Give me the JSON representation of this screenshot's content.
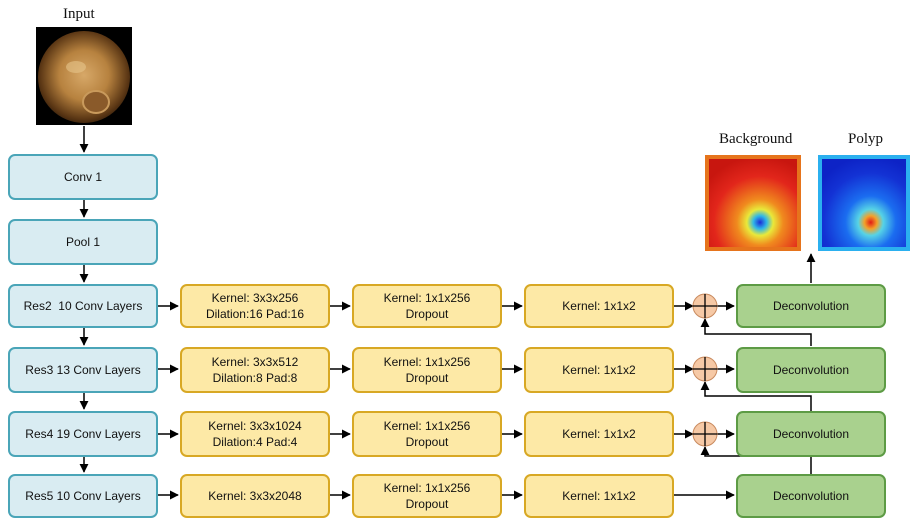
{
  "input": {
    "caption": "Input"
  },
  "outputs": {
    "background_caption": "Background",
    "polyp_caption": "Polyp"
  },
  "backbone": {
    "conv1": "Conv 1",
    "pool1": "Pool 1",
    "res2": "Res2  10 Conv Layers",
    "res3": "Res3 13 Conv Layers",
    "res4": "Res4 19 Conv Layers",
    "res5": "Res5 10 Conv Layers"
  },
  "branches": [
    {
      "dilated_kernel": "Kernel: 3x3x256",
      "dilated_params": "Dilation:16 Pad:16",
      "conv_kernel": "Kernel: 1x1x256",
      "dropout": "Dropout",
      "classifier": "Kernel: 1x1x2",
      "deconv": "Deconvolution"
    },
    {
      "dilated_kernel": "Kernel: 3x3x512",
      "dilated_params": "Dilation:8 Pad:8",
      "conv_kernel": "Kernel: 1x1x256",
      "dropout": "Dropout",
      "classifier": "Kernel: 1x1x2",
      "deconv": "Deconvolution"
    },
    {
      "dilated_kernel": "Kernel: 3x3x1024",
      "dilated_params": "Dilation:4 Pad:4",
      "conv_kernel": "Kernel: 1x1x256",
      "dropout": "Dropout",
      "classifier": "Kernel: 1x1x2",
      "deconv": "Deconvolution"
    },
    {
      "dilated_kernel": "Kernel: 3x3x2048",
      "dilated_params": "",
      "conv_kernel": "Kernel: 1x1x256",
      "dropout": "Dropout",
      "classifier": "Kernel: 1x1x2",
      "deconv": "Deconvolution"
    }
  ],
  "colors": {
    "backbone_fill": "#d9ecf2",
    "backbone_border": "#4aa5b8",
    "branch_fill": "#fde9a6",
    "branch_border": "#d8a824",
    "deconv_fill": "#a9d18e",
    "deconv_border": "#5d9b45",
    "sum_node_fill": "#f6c9a6",
    "arrow": "#000000"
  },
  "icons": {
    "sum_node": "circle-plus-icon",
    "input_image": "endoscopy-image",
    "heatmap_background": "heatmap-background-image",
    "heatmap_polyp": "heatmap-polyp-image"
  }
}
